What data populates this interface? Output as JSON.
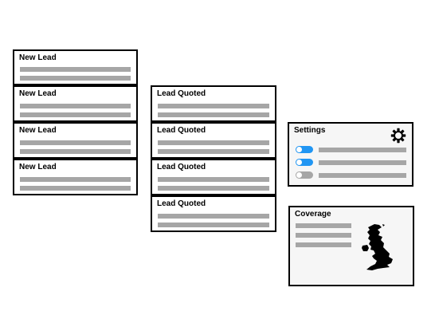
{
  "columns": {
    "new_lead": {
      "cards": [
        {
          "title": "New Lead"
        },
        {
          "title": "New Lead"
        },
        {
          "title": "New Lead"
        },
        {
          "title": "New Lead"
        }
      ]
    },
    "lead_quoted": {
      "cards": [
        {
          "title": "Lead Quoted"
        },
        {
          "title": "Lead Quoted"
        },
        {
          "title": "Lead Quoted"
        },
        {
          "title": "Lead Quoted"
        }
      ]
    }
  },
  "settings": {
    "title": "Settings",
    "icon": "gear-icon",
    "toggles": [
      {
        "state": "on"
      },
      {
        "state": "on"
      },
      {
        "state": "off"
      }
    ]
  },
  "coverage": {
    "title": "Coverage",
    "map_icon": "uk-map-icon"
  },
  "colors": {
    "toggle_on": "#2196f3",
    "toggle_off": "#a6a6a6",
    "placeholder_bar": "#a6a6a6",
    "panel_background": "#f6f6f6"
  }
}
